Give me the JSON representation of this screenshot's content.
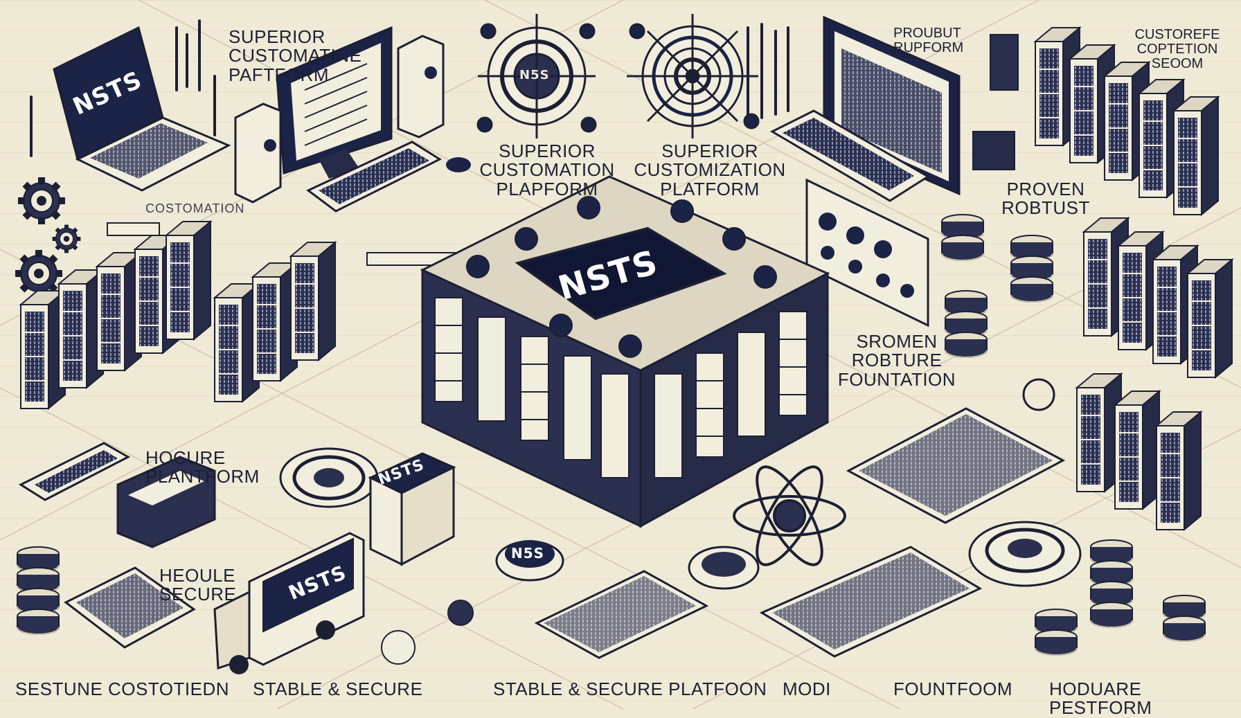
{
  "colors": {
    "background": "#efead6",
    "ink": "#1d1f33",
    "navy": "#1b2347",
    "paper": "#f7f3e4"
  },
  "brand": {
    "laptop": "NSTS",
    "center_panel": "NSTS",
    "small_box": "NSTS",
    "truck": "NSTS",
    "coin": "N5S",
    "target_badge": "N5S"
  },
  "labels": {
    "top_left": "SUPERIOR\nCUSTOMATINE\nPAFTFORM",
    "customization_left": "COSTOMATION",
    "center_left": "SUPERIOR\nCUSTOMATION\nPLAPFORM",
    "center_right": "SUPERIOR\nCUSTOMIZATION\nPLATFORM",
    "top_product": "PROUBUT\nRUPFORM",
    "top_right": "CUSTOREFE\nCOPTETION\nSEOOM",
    "proven_right": "PROVEN\nROBTUST",
    "sromen": "SROMEN\nROBTURE\nFOUNTATION",
    "hocure": "HOCURE\nPLANTFORM",
    "heoule": "HEOULE\nSECURE",
    "footer_1": "SESTUNE COSTOTIEDN",
    "footer_2": "STABLE & SECURE",
    "footer_3": "STABLE & SECURE PLATFOON",
    "footer_4": "MODI",
    "footer_5": "FOUNTFOOM",
    "footer_6": "HODUARE PESTFORM"
  },
  "icons": [
    "laptop-icon",
    "desktop-monitor-icon",
    "keyboard-icon",
    "server-tower-icon",
    "server-rack-icon",
    "gear-icon",
    "target-icon",
    "database-stack-icon",
    "delivery-truck-icon",
    "atom-icon",
    "coin-icon",
    "document-panel-icon"
  ]
}
